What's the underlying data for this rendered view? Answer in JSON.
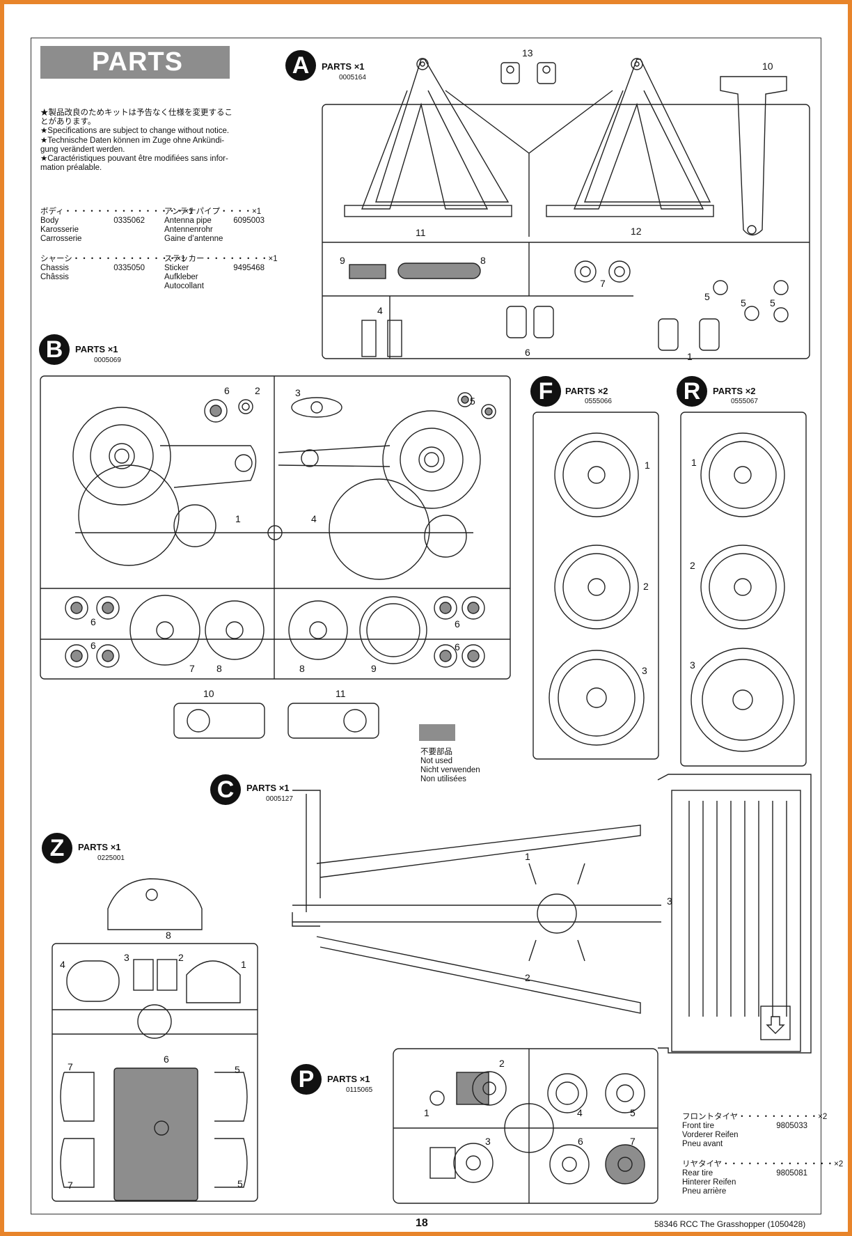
{
  "header": {
    "title": "PARTS"
  },
  "notice": [
    "★製品改良のためキットは予告なく仕様を変更するこ",
    "とがあります。",
    "★Specifications are subject to change without notice.",
    "★Technische Daten können im Zuge ohne Ankündi-",
    "gung verändert werden.",
    "★Caractéristiques pouvant être modifiées sans infor-",
    "mation préalable."
  ],
  "parts_list": {
    "body": {
      "head": "ボディ・・・・・・・・・・・・・・・×1",
      "code": "0335062",
      "names": [
        "Body",
        "Karosserie",
        "Carrosserie"
      ]
    },
    "chassis": {
      "head": "シャーシ・・・・・・・・・・・・・×1",
      "code": "0335050",
      "names": [
        "Chassis",
        "Châssis"
      ]
    },
    "antenna": {
      "head": "アンテナパイプ・・・・×1",
      "code": "6095003",
      "names": [
        "Antenna pipe",
        "Antennenrohr",
        "Gaine d’antenne"
      ]
    },
    "sticker": {
      "head": "ステッカー・・・・・・・・×1",
      "code": "9495468",
      "names": [
        "Sticker",
        "Aufkleber",
        "Autocollant"
      ]
    }
  },
  "sprues": {
    "A": {
      "letter": "A",
      "title": "PARTS ×1",
      "code": "0005164",
      "numbers": [
        "13",
        "10",
        "11",
        "12",
        "9",
        "8",
        "7",
        "4",
        "5",
        "5",
        "5",
        "6",
        "1"
      ]
    },
    "B": {
      "letter": "B",
      "title": "PARTS ×1",
      "code": "0005069",
      "numbers": [
        "6",
        "2",
        "3",
        "5",
        "1",
        "4",
        "6",
        "6",
        "7",
        "8",
        "8",
        "9",
        "6",
        "6",
        "10",
        "11"
      ]
    },
    "F": {
      "letter": "F",
      "title": "PARTS ×2",
      "code": "0555066",
      "numbers": [
        "1",
        "2",
        "3"
      ]
    },
    "R": {
      "letter": "R",
      "title": "PARTS ×2",
      "code": "0555067",
      "numbers": [
        "1",
        "2",
        "3"
      ]
    },
    "C": {
      "letter": "C",
      "title": "PARTS ×1",
      "code": "0005127",
      "numbers": [
        "1",
        "2",
        "3"
      ]
    },
    "Z": {
      "letter": "Z",
      "title": "PARTS ×1",
      "code": "0225001",
      "numbers": [
        "8",
        "4",
        "3",
        "2",
        "1",
        "6",
        "7",
        "5",
        "7",
        "5"
      ]
    },
    "P": {
      "letter": "P",
      "title": "PARTS ×1",
      "code": "0115065",
      "numbers": [
        "2",
        "1",
        "4",
        "5",
        "3",
        "6",
        "7"
      ]
    }
  },
  "not_used": {
    "lines": [
      "不要部品",
      "Not used",
      "Nicht verwenden",
      "Non utilisées"
    ]
  },
  "tires": {
    "front": {
      "head": "フロントタイヤ・・・・・・・・・・×2",
      "code": "9805033",
      "names": [
        "Front tire",
        "Vorderer Reifen",
        "Pneu avant"
      ]
    },
    "rear": {
      "head": "リヤタイヤ・・・・・・・・・・・・・・×2",
      "code": "9805081",
      "names": [
        "Rear tire",
        "Hinterer Reifen",
        "Pneu arrière"
      ]
    }
  },
  "footer": {
    "page": "18",
    "model": "58346  RCC The Grasshopper (1050428)"
  },
  "colors": {
    "border": "#e8842a",
    "banner": "#8d8d8d",
    "not_used_swatch": "#8d8d8d"
  }
}
